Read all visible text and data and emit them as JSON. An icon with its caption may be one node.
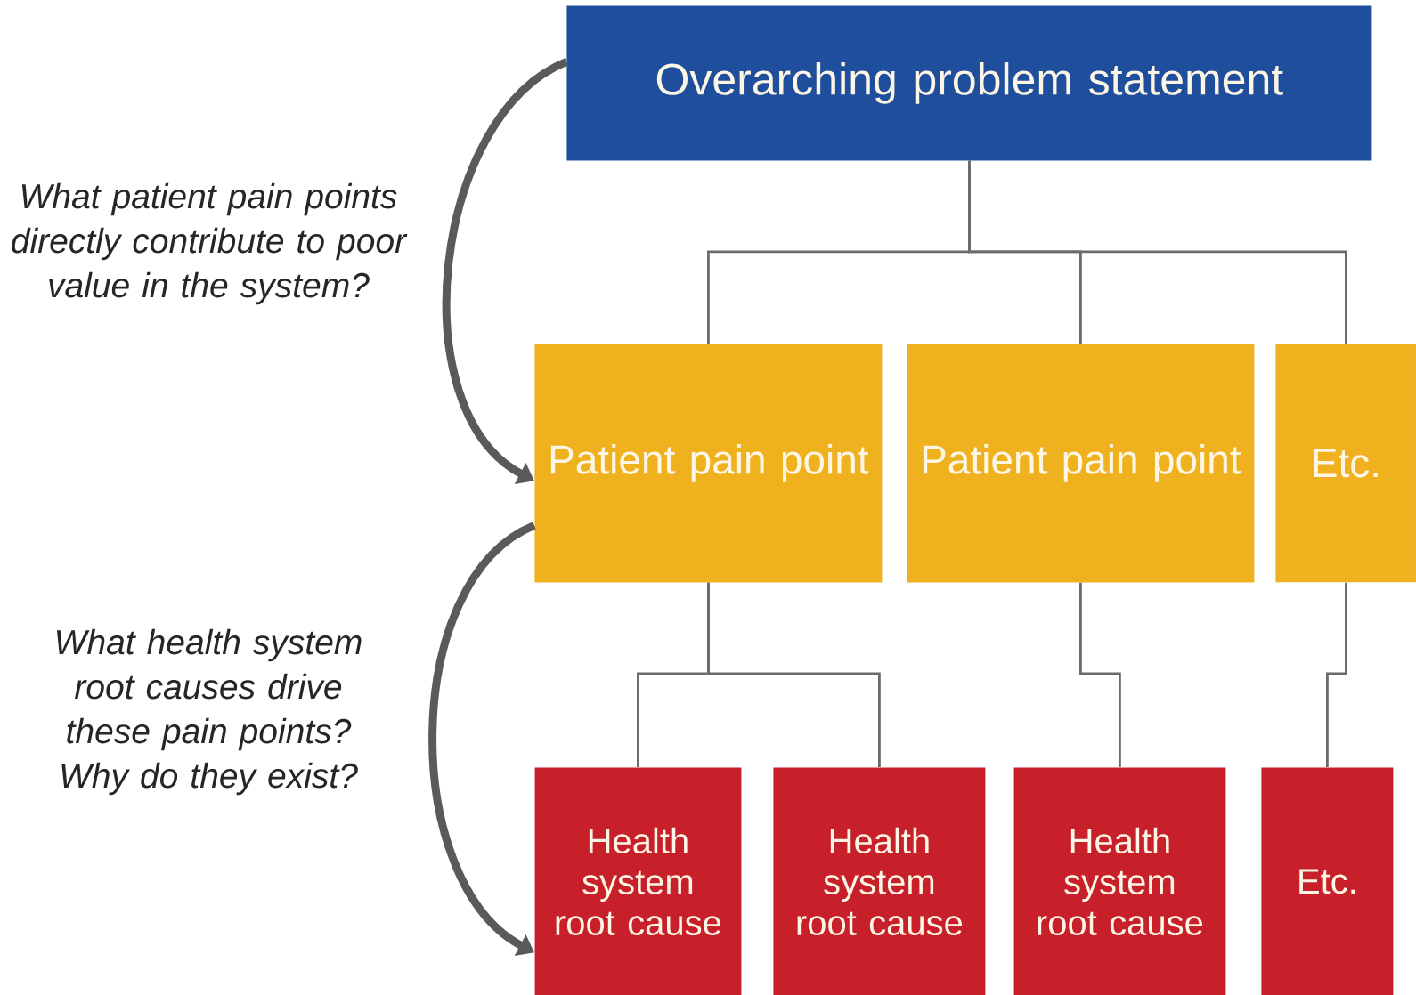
{
  "diagram": {
    "nodes": [
      {
        "text": [
          "Overarching problem statement"
        ]
      },
      {
        "text": [
          "Patient pain point"
        ]
      },
      {
        "text": [
          "Patient pain point"
        ]
      },
      {
        "text": [
          "Etc."
        ]
      },
      {
        "text": [
          "Health system root cause"
        ]
      },
      {
        "text": [
          "Health system root cause"
        ]
      },
      {
        "text": [
          "Health system root cause"
        ]
      },
      {
        "text": [
          "Etc."
        ]
      }
    ],
    "edges": [
      {
        "from": 0,
        "to": 1,
        "arrow": "none"
      },
      {
        "from": 0,
        "to": 2,
        "arrow": "none"
      },
      {
        "from": 0,
        "to": 3,
        "arrow": "none"
      },
      {
        "from": 1,
        "to": 4,
        "arrow": "none"
      },
      {
        "from": 1,
        "to": 5,
        "arrow": "none"
      },
      {
        "from": 2,
        "to": 6,
        "arrow": "none"
      },
      {
        "from": 3,
        "to": 7,
        "arrow": "none"
      },
      {
        "from": 0,
        "to": 1,
        "arrow": "to",
        "style": "thick"
      },
      {
        "from": 1,
        "to": 4,
        "arrow": "to",
        "style": "thick"
      }
    ],
    "labels": [
      "What patient pain points directly contribute to poor value in the system?",
      "What health system root causes drive these pain points? Why do they exist?"
    ]
  }
}
